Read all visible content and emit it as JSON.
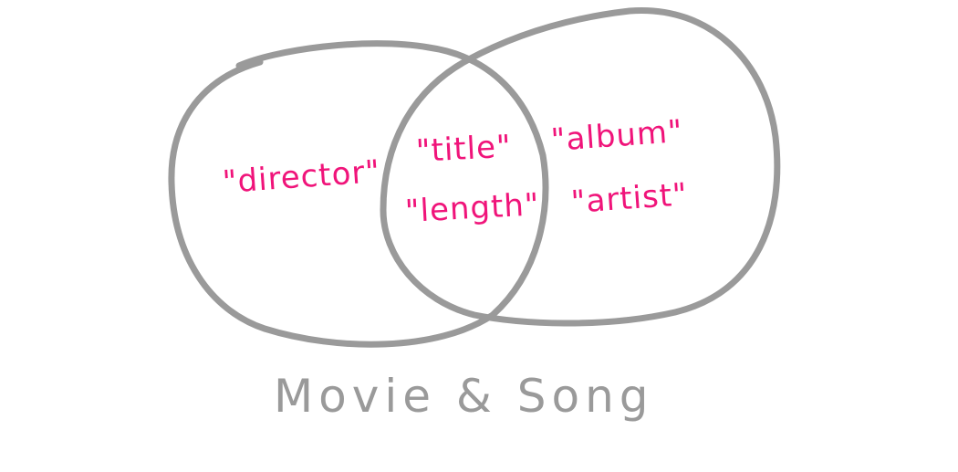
{
  "diagram": {
    "type": "venn",
    "caption": "Movie & Song",
    "colors": {
      "outline": "#999999",
      "label": "#f0147a",
      "caption": "#9a9a9a",
      "background": "#ffffff"
    },
    "sets": [
      {
        "name": "Movie",
        "only_items": [
          "\"director\""
        ]
      },
      {
        "name": "Song",
        "only_items": [
          "\"album\"",
          "\"artist\""
        ]
      }
    ],
    "intersection": [
      "\"title\"",
      "\"length\""
    ]
  }
}
